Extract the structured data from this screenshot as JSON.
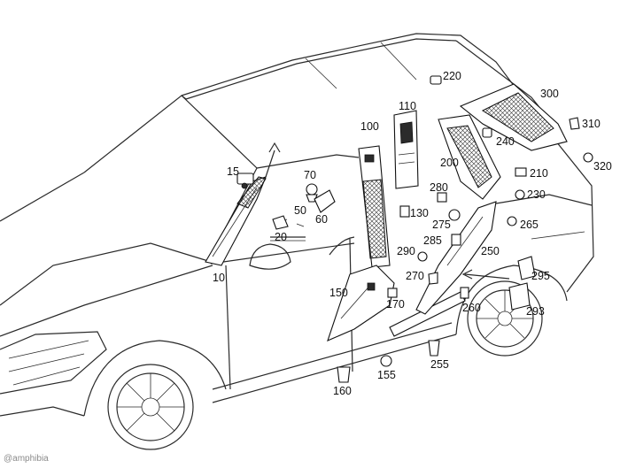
{
  "labels": {
    "l10": "10",
    "l15": "15",
    "l20": "20",
    "l50": "50",
    "l60": "60",
    "l70": "70",
    "l100": "100",
    "l110": "110",
    "l130": "130",
    "l150": "150",
    "l155": "155",
    "l160": "160",
    "l170": "170",
    "l200": "200",
    "l210": "210",
    "l220": "220",
    "l230": "230",
    "l240": "240",
    "l250": "250",
    "l255": "255",
    "l260": "260",
    "l265": "265",
    "l270": "270",
    "l275": "275",
    "l280": "280",
    "l285": "285",
    "l290": "290",
    "l293": "293",
    "l295": "295",
    "l300": "300",
    "l310": "310",
    "l320": "320"
  },
  "watermark": "@amphibia"
}
